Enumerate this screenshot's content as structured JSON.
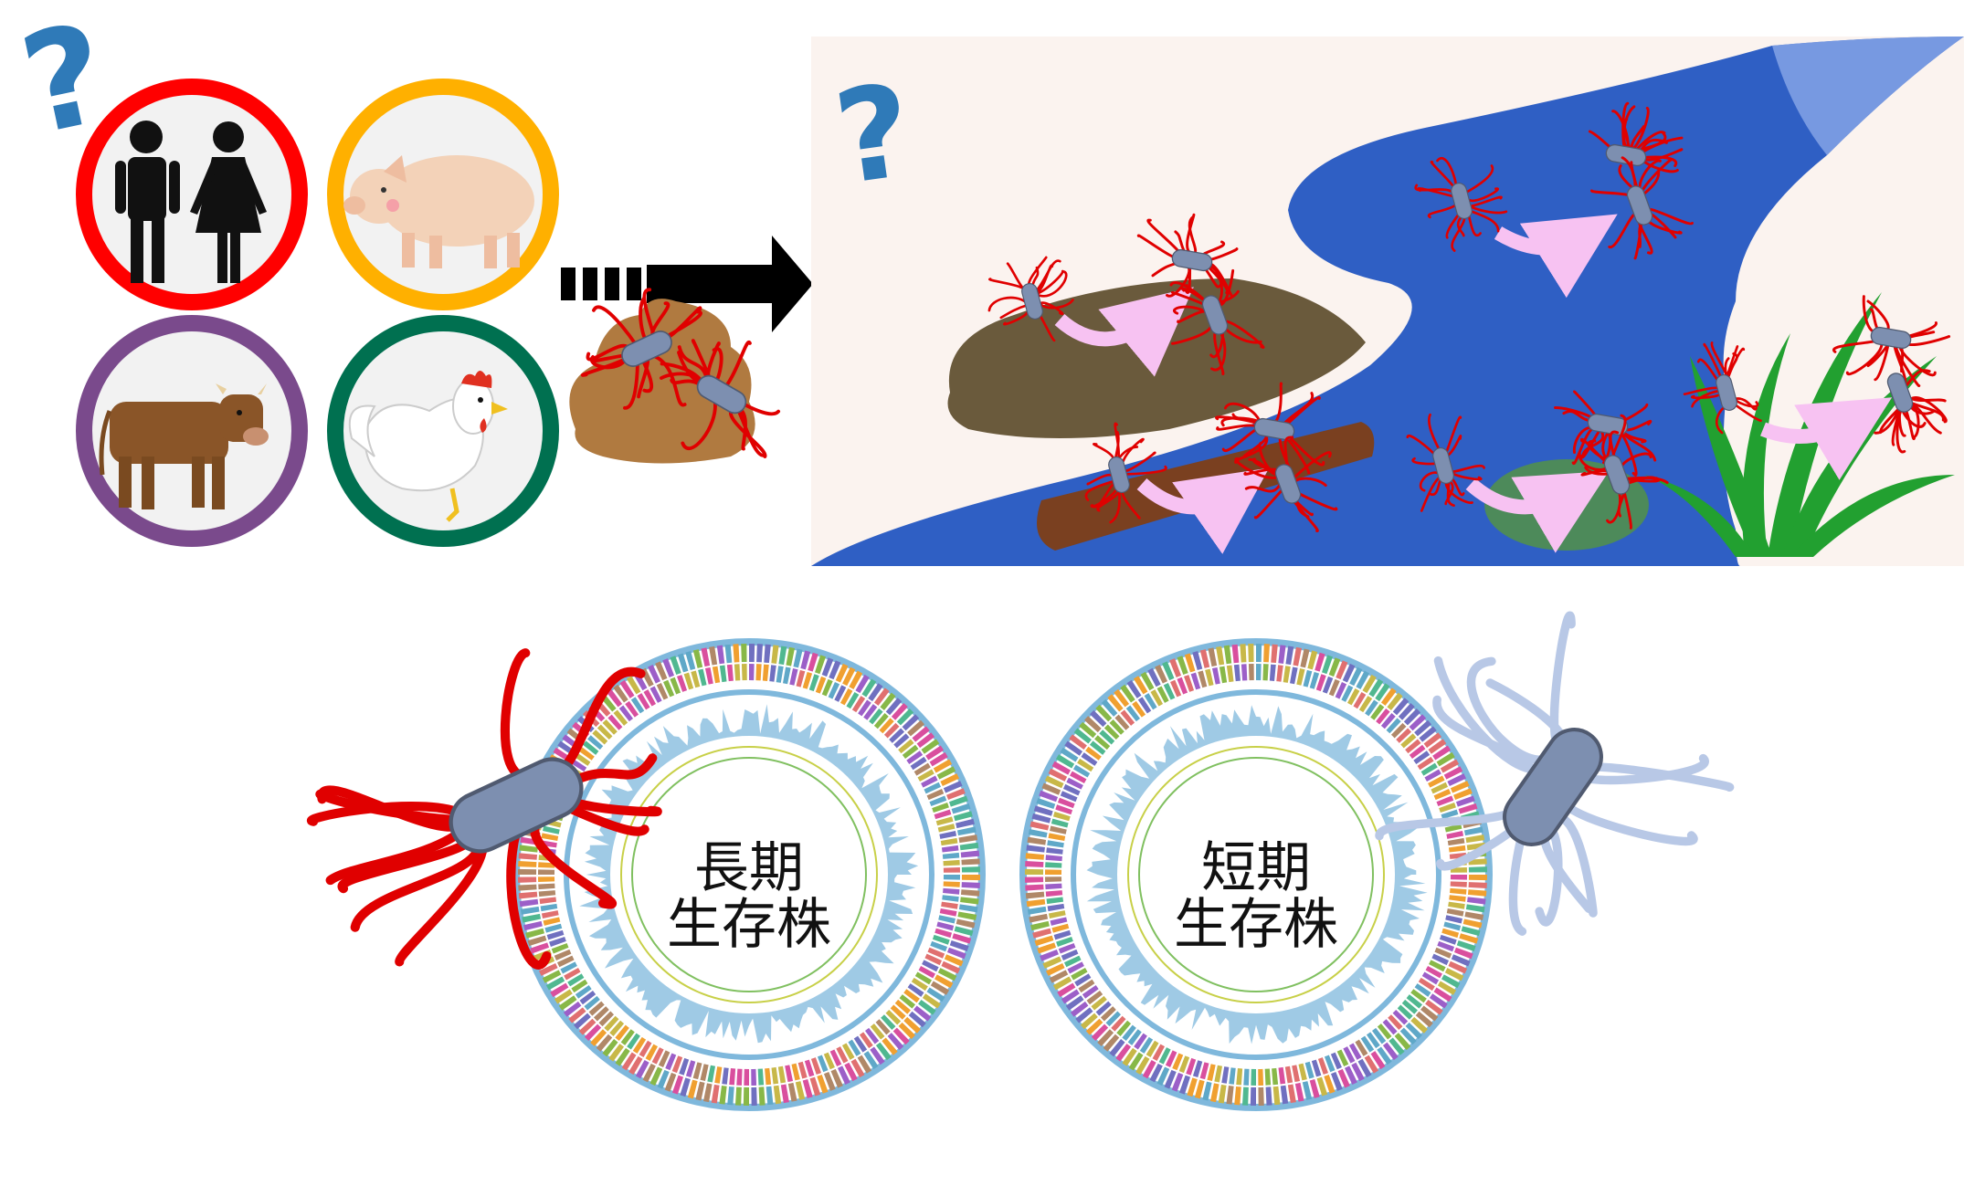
{
  "hosts": [
    {
      "name": "human",
      "ring_color": "#ff0000"
    },
    {
      "name": "pig",
      "ring_color": "#ffb000"
    },
    {
      "name": "cow",
      "ring_color": "#7a4a8c"
    },
    {
      "name": "chicken",
      "ring_color": "#007050"
    }
  ],
  "question_marks": [
    "?",
    "?"
  ],
  "colors": {
    "bacterium_long": "#e00000",
    "bacterium_short": "#b8c8e6",
    "cell_body": "#7d8fb0",
    "river": "#2f5fc4",
    "river_light": "#8aa8e8",
    "background_panel": "#fbf3ef",
    "arrow": "#f7c2f2",
    "soil": "#6a5a3c",
    "log": "#7a4020",
    "stone": "#4d8a5a",
    "plant": "#22a030",
    "genome_track": "#7fb8dc"
  },
  "environments": [
    "soil",
    "river-water",
    "wood",
    "stone",
    "plant"
  ],
  "genome_maps": [
    {
      "line1": "長期",
      "line2": "生存株"
    },
    {
      "line1": "短期",
      "line2": "生存株"
    }
  ]
}
